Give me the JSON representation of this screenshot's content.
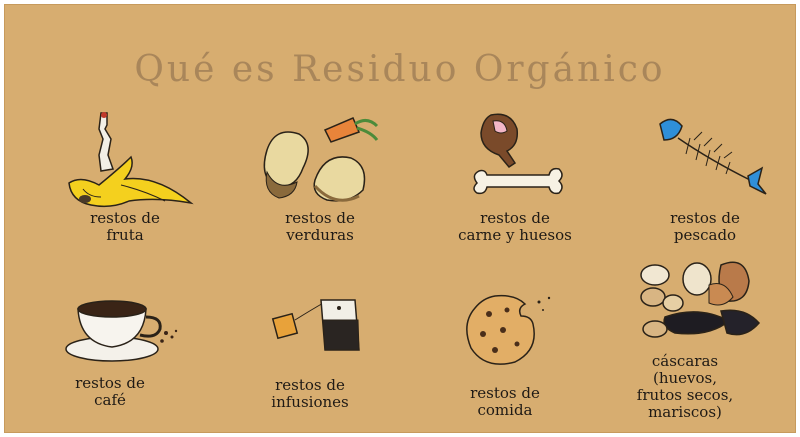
{
  "title": "Qué es Residuo Orgánico",
  "items": [
    {
      "id": "fruta",
      "lines": [
        "restos de",
        "fruta"
      ],
      "icon": "banana-apple-core-icon"
    },
    {
      "id": "verduras",
      "lines": [
        "restos de",
        "verduras"
      ],
      "icon": "potato-carrot-peel-icon"
    },
    {
      "id": "carne",
      "lines": [
        "restos de",
        "carne y huesos"
      ],
      "icon": "drumstick-bone-icon"
    },
    {
      "id": "pescado",
      "lines": [
        "restos de",
        "pescado"
      ],
      "icon": "fish-skeleton-icon"
    },
    {
      "id": "cafe",
      "lines": [
        "restos de",
        "café"
      ],
      "icon": "coffee-cup-icon"
    },
    {
      "id": "infusiones",
      "lines": [
        "restos de",
        "infusiones"
      ],
      "icon": "tea-bag-icon"
    },
    {
      "id": "comida",
      "lines": [
        "restos de",
        "comida"
      ],
      "icon": "bitten-cookie-icon"
    },
    {
      "id": "cascaras",
      "lines": [
        "cáscaras",
        "(huevos,",
        "frutos secos,",
        "mariscos)"
      ],
      "icon": "shells-icon"
    }
  ],
  "colors": {
    "background": "#d7ad70",
    "title": "#a9865a",
    "text": "#1f1a15"
  }
}
